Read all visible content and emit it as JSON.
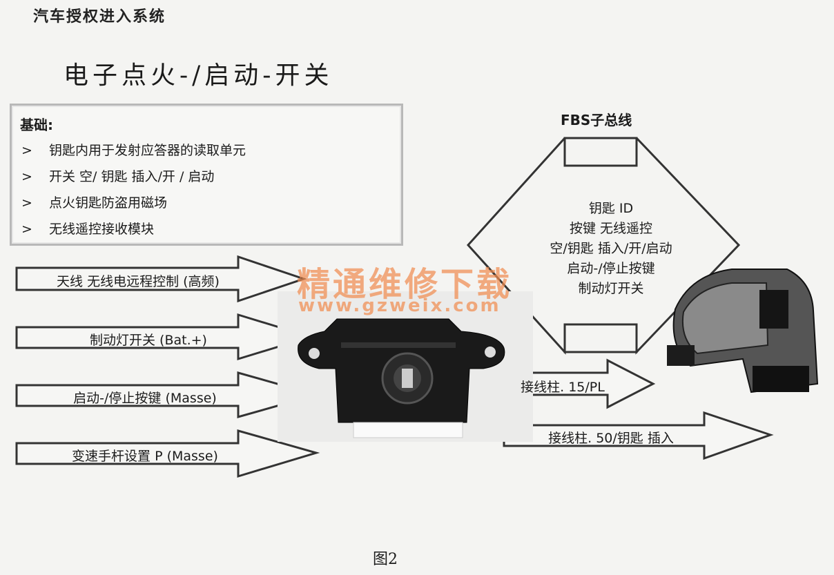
{
  "header": "汽车授权进入系统",
  "title": "电子点火-/启动-开关",
  "basics": {
    "heading": "基础:",
    "marker": ">",
    "items": [
      "钥匙内用于发射应答器的读取单元",
      "开关 空/ 钥匙 插入/开 / 启动",
      "点火钥匙防盗用磁场",
      "无线遥控接收模块"
    ]
  },
  "inputs": [
    "天线 无线电远程控制 (高频)",
    "制动灯开关 (Bat.+)",
    "启动-/停止按键 (Masse)",
    "变速手杆设置 P (Masse)"
  ],
  "outputs": [
    "接线柱. 15/PL",
    "接线柱. 50/钥匙 插入"
  ],
  "fbs": {
    "label": "FBS子总线",
    "lines": [
      "钥匙 ID",
      "按键 无线遥控",
      "空/钥匙 插入/开/启动",
      "启动-/停止按键",
      "制动灯开关"
    ]
  },
  "watermark": {
    "line1": "精通维修下载",
    "line2": "www.gzweix.com"
  },
  "caption": "图2"
}
